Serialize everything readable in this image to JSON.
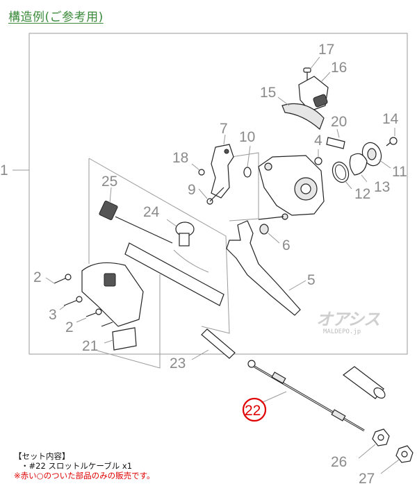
{
  "header": {
    "title": "構造例(ご参考用)"
  },
  "parts": [
    {
      "no": "1"
    },
    {
      "no": "2"
    },
    {
      "no": "2"
    },
    {
      "no": "3"
    },
    {
      "no": "4"
    },
    {
      "no": "5"
    },
    {
      "no": "6"
    },
    {
      "no": "7"
    },
    {
      "no": "9"
    },
    {
      "no": "10"
    },
    {
      "no": "11"
    },
    {
      "no": "12"
    },
    {
      "no": "13"
    },
    {
      "no": "14"
    },
    {
      "no": "15"
    },
    {
      "no": "16"
    },
    {
      "no": "17"
    },
    {
      "no": "18"
    },
    {
      "no": "20"
    },
    {
      "no": "21"
    },
    {
      "no": "22"
    },
    {
      "no": "23"
    },
    {
      "no": "24"
    },
    {
      "no": "25"
    },
    {
      "no": "26"
    },
    {
      "no": "27"
    }
  ],
  "highlight": {
    "part_no": "22",
    "color": "#e00000"
  },
  "set_contents": {
    "heading": "【セット内容】",
    "item": "・#22 スロットルケーブル x1",
    "note": "※赤い○のついた部品のみの販売です。"
  },
  "watermark": {
    "logo": "オアシス",
    "sub": "MALDEPO.jp"
  },
  "colors": {
    "title": "#3a8a3a",
    "label": "#8a8a8a",
    "note": "#e00000"
  }
}
